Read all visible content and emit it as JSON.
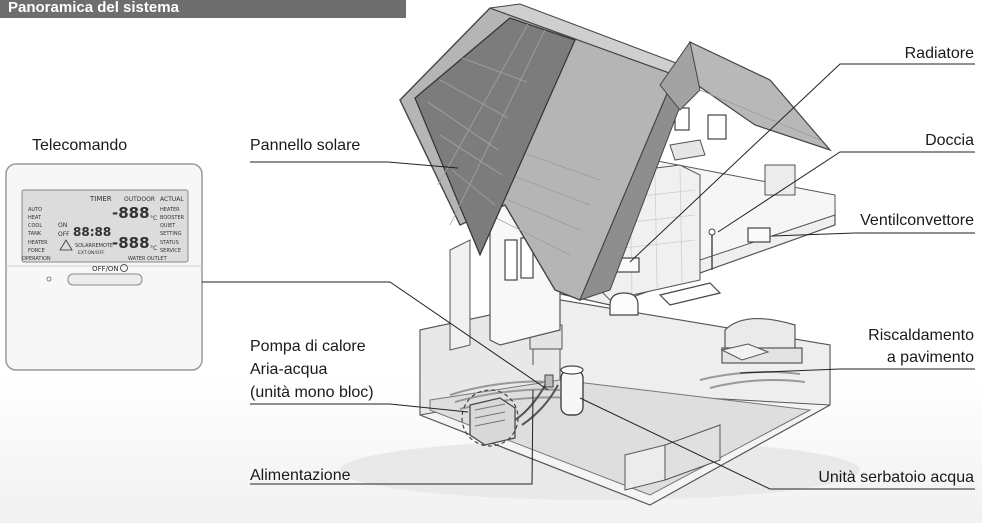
{
  "header": {
    "title": "Panoramica del sistema"
  },
  "labels": {
    "remote": "Telecomando",
    "solar_panel": "Pannello solare",
    "radiator": "Radiatore",
    "shower": "Doccia",
    "fan_coil": "Ventilconvettore",
    "heat_pump_line1": "Pompa di calore",
    "heat_pump_line2": "Aria-acqua",
    "heat_pump_line3": "(unità mono bloc)",
    "floor_heating_line1": "Riscaldamento",
    "floor_heating_line2": "a pavimento",
    "power_supply": "Alimentazione",
    "water_tank": "Unità serbatoio acqua"
  },
  "remote_display": {
    "timer": "TIMER",
    "outdoor": "OUTDOOR",
    "actual": "ACTUAL",
    "auto": "AUTO",
    "heat": "HEAT",
    "cool": "COOL",
    "tank": "TANK",
    "heater": "HEATER",
    "force": "FORCE",
    "on": "ON",
    "off": "OFF",
    "operation": "OPERATION",
    "water_outlet": "WATER OUTLET",
    "digits_top": "-888",
    "digits_mid": "88:88",
    "digits_bottom": "-888",
    "unit_c": "°C",
    "right_heater": "HEATER",
    "right_booster": "BOOSTER",
    "right_quiet": "QUIET",
    "right_setting": "SETTING",
    "right_status": "STATUS",
    "right_service": "SERVICE",
    "solar": "SOLAR",
    "remote": "REMOTE",
    "ext_on_off": "EXT.ON/OFF",
    "off_on": "OFF/ON"
  },
  "colors": {
    "header_bg": "#6e6e6e",
    "lcd_bg": "#dcdcdc",
    "roof": "#a9a9a9",
    "solar": "#7d7d7d",
    "line": "#222222"
  }
}
